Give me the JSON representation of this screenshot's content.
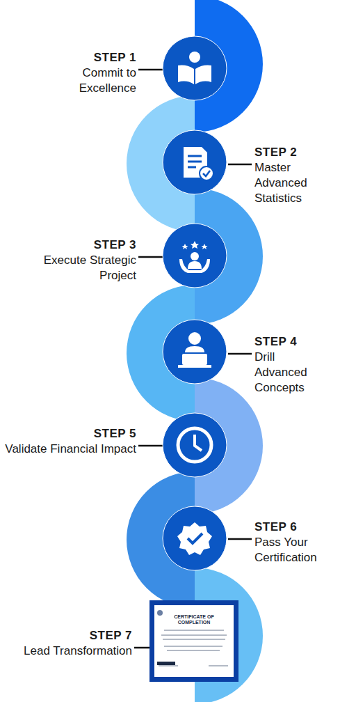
{
  "diagram": {
    "nodes": [
      {
        "text": [
          "STEP 1",
          "Commit to Excellence"
        ]
      },
      {
        "text": [
          "STEP 2",
          "Master Advanced Statistics"
        ]
      },
      {
        "text": [
          "STEP 3",
          "Execute Strategic Project"
        ]
      },
      {
        "text": [
          "STEP 4",
          "Drill Advanced Concepts"
        ]
      },
      {
        "text": [
          "STEP 5",
          "Validate Financial Impact"
        ]
      },
      {
        "text": [
          "STEP 6",
          "Pass Your Certification"
        ]
      },
      {
        "text": [
          "STEP 7",
          "Lead Transformation"
        ]
      }
    ],
    "labels": [
      "CERTIFICATE OF COMPLETION"
    ]
  }
}
